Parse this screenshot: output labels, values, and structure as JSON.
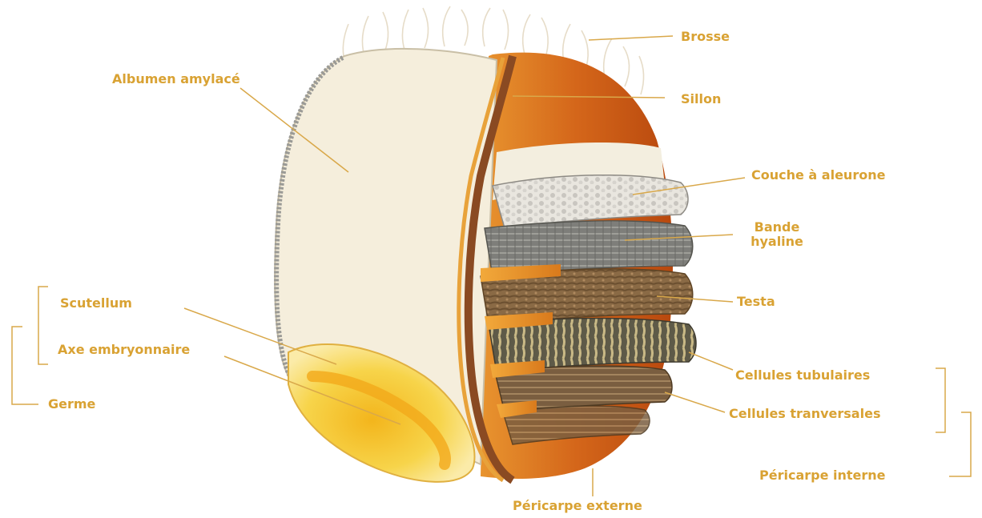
{
  "colors": {
    "label": "#D9A233",
    "leader": "#D9A84A",
    "outer_pericarp": "#D4661A",
    "albumen": "#F5EEDC",
    "germ": "#F7D44A",
    "furrow": "#8A4A22"
  },
  "labels": {
    "brosse": "Brosse",
    "sillon": "Sillon",
    "albumen": "Albumen amylacé",
    "aleurone": "Couche à aleurone",
    "bande_1": "Bande",
    "bande_2": "hyaline",
    "testa": "Testa",
    "scutellum": "Scutellum",
    "axe": "Axe embryonnaire",
    "germe": "Germe",
    "tubulaires": "Cellules tubulaires",
    "transversales": "Cellules tranversales",
    "pericarpe_interne": "Péricarpe interne",
    "pericarpe_externe": "Péricarpe externe"
  }
}
